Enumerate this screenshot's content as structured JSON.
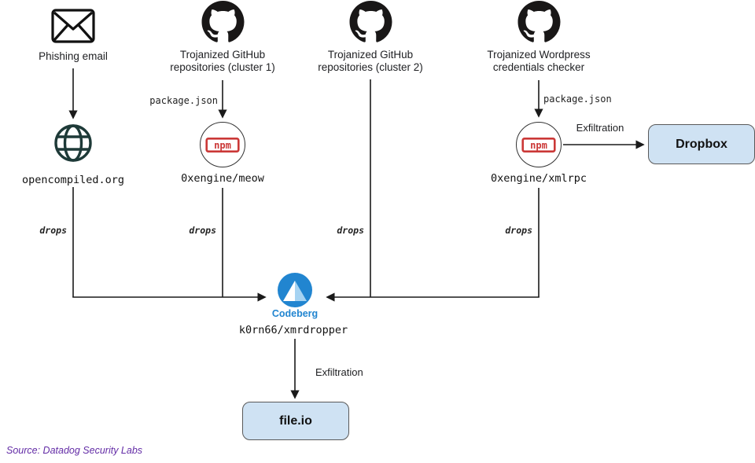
{
  "diagram": {
    "nodes": {
      "phishing": {
        "label": "Phishing email"
      },
      "github1": {
        "line1": "Trojanized GitHub",
        "line2": "repositories (cluster 1)"
      },
      "github2": {
        "line1": "Trojanized GitHub",
        "line2": "repositories (cluster 2)"
      },
      "wordpress": {
        "line1": "Trojanized Wordpress",
        "line2": "credentials checker"
      },
      "opencompiled": {
        "label": "opencompiled.org"
      },
      "npm_meow": {
        "label": "0xengine/meow",
        "logo_text": "npm"
      },
      "npm_xmlrpc": {
        "label": "0xengine/xmlrpc",
        "logo_text": "npm"
      },
      "codeberg": {
        "brand": "Codeberg",
        "label": "k0rn66/xmrdropper"
      },
      "dropbox": {
        "label": "Dropbox"
      },
      "fileio": {
        "label": "file.io"
      }
    },
    "edges": {
      "package_json_1": "package.json",
      "package_json_2": "package.json",
      "exfiltration_dropbox": "Exfiltration",
      "exfiltration_fileio": "Exfiltration",
      "drops_1": "drops",
      "drops_2": "drops",
      "drops_3": "drops",
      "drops_4": "drops"
    },
    "source": "Source: Datadog Security Labs",
    "colors": {
      "npm_red": "#cb3837",
      "codeberg_blue": "#2185d0",
      "codeberg_light": "#a6d3f2",
      "globe_teal": "#1e3a38",
      "box_fill": "#cfe2f3",
      "source_purple": "#632ca6",
      "line_black": "#1a1a1a"
    }
  }
}
